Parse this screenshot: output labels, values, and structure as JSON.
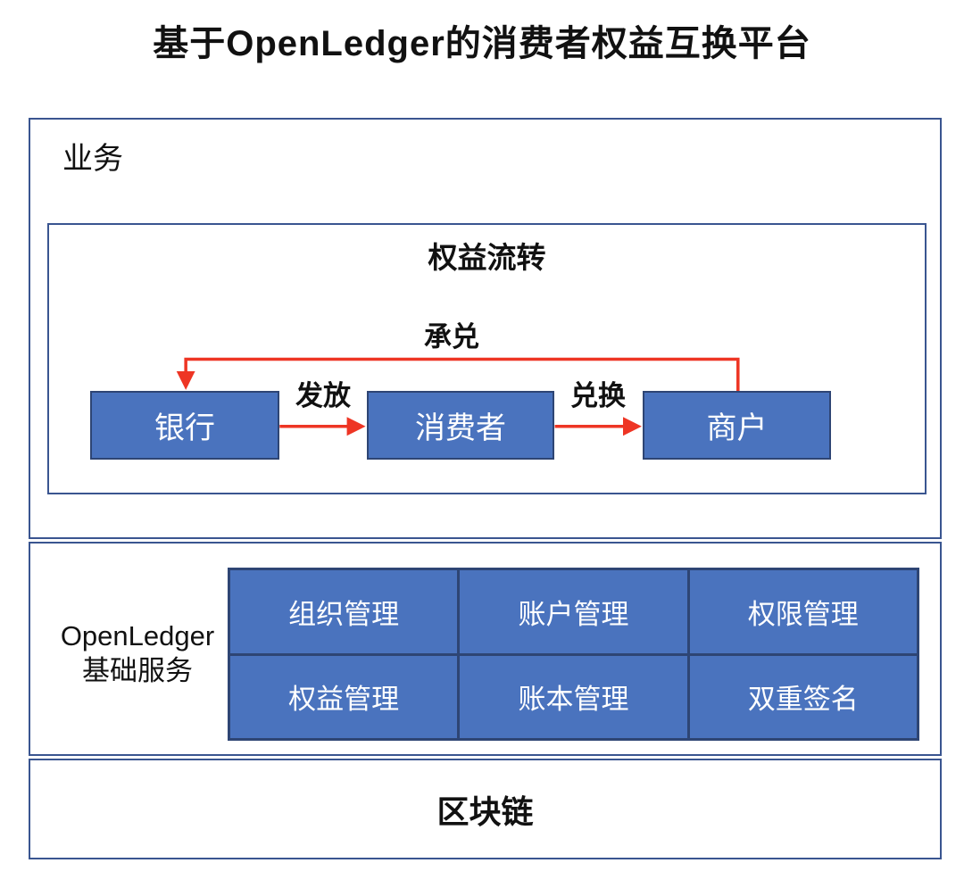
{
  "title": "基于OpenLedger的消费者权益互换平台",
  "business": {
    "label": "业务",
    "flow": {
      "title": "权益流转",
      "nodes": [
        {
          "id": "bank",
          "label": "银行"
        },
        {
          "id": "consumer",
          "label": "消费者"
        },
        {
          "id": "merchant",
          "label": "商户"
        }
      ],
      "edges": [
        {
          "from": "银行",
          "to": "消费者",
          "label": "发放"
        },
        {
          "from": "消费者",
          "to": "商户",
          "label": "兑换"
        },
        {
          "from": "商户",
          "to": "银行",
          "label": "承兑"
        }
      ]
    }
  },
  "services": {
    "label_line1": "OpenLedger",
    "label_line2": "基础服务",
    "cells": [
      [
        "组织管理",
        "账户管理",
        "权限管理"
      ],
      [
        "权益管理",
        "账本管理",
        "双重签名"
      ]
    ]
  },
  "blockchain": {
    "label": "区块链"
  },
  "colors": {
    "node_fill": "#4A73BE",
    "node_border": "#2E4574",
    "frame_border": "#3A5590",
    "arrow": "#EE3524",
    "text": "#111111",
    "node_text": "#FFFFFF"
  }
}
